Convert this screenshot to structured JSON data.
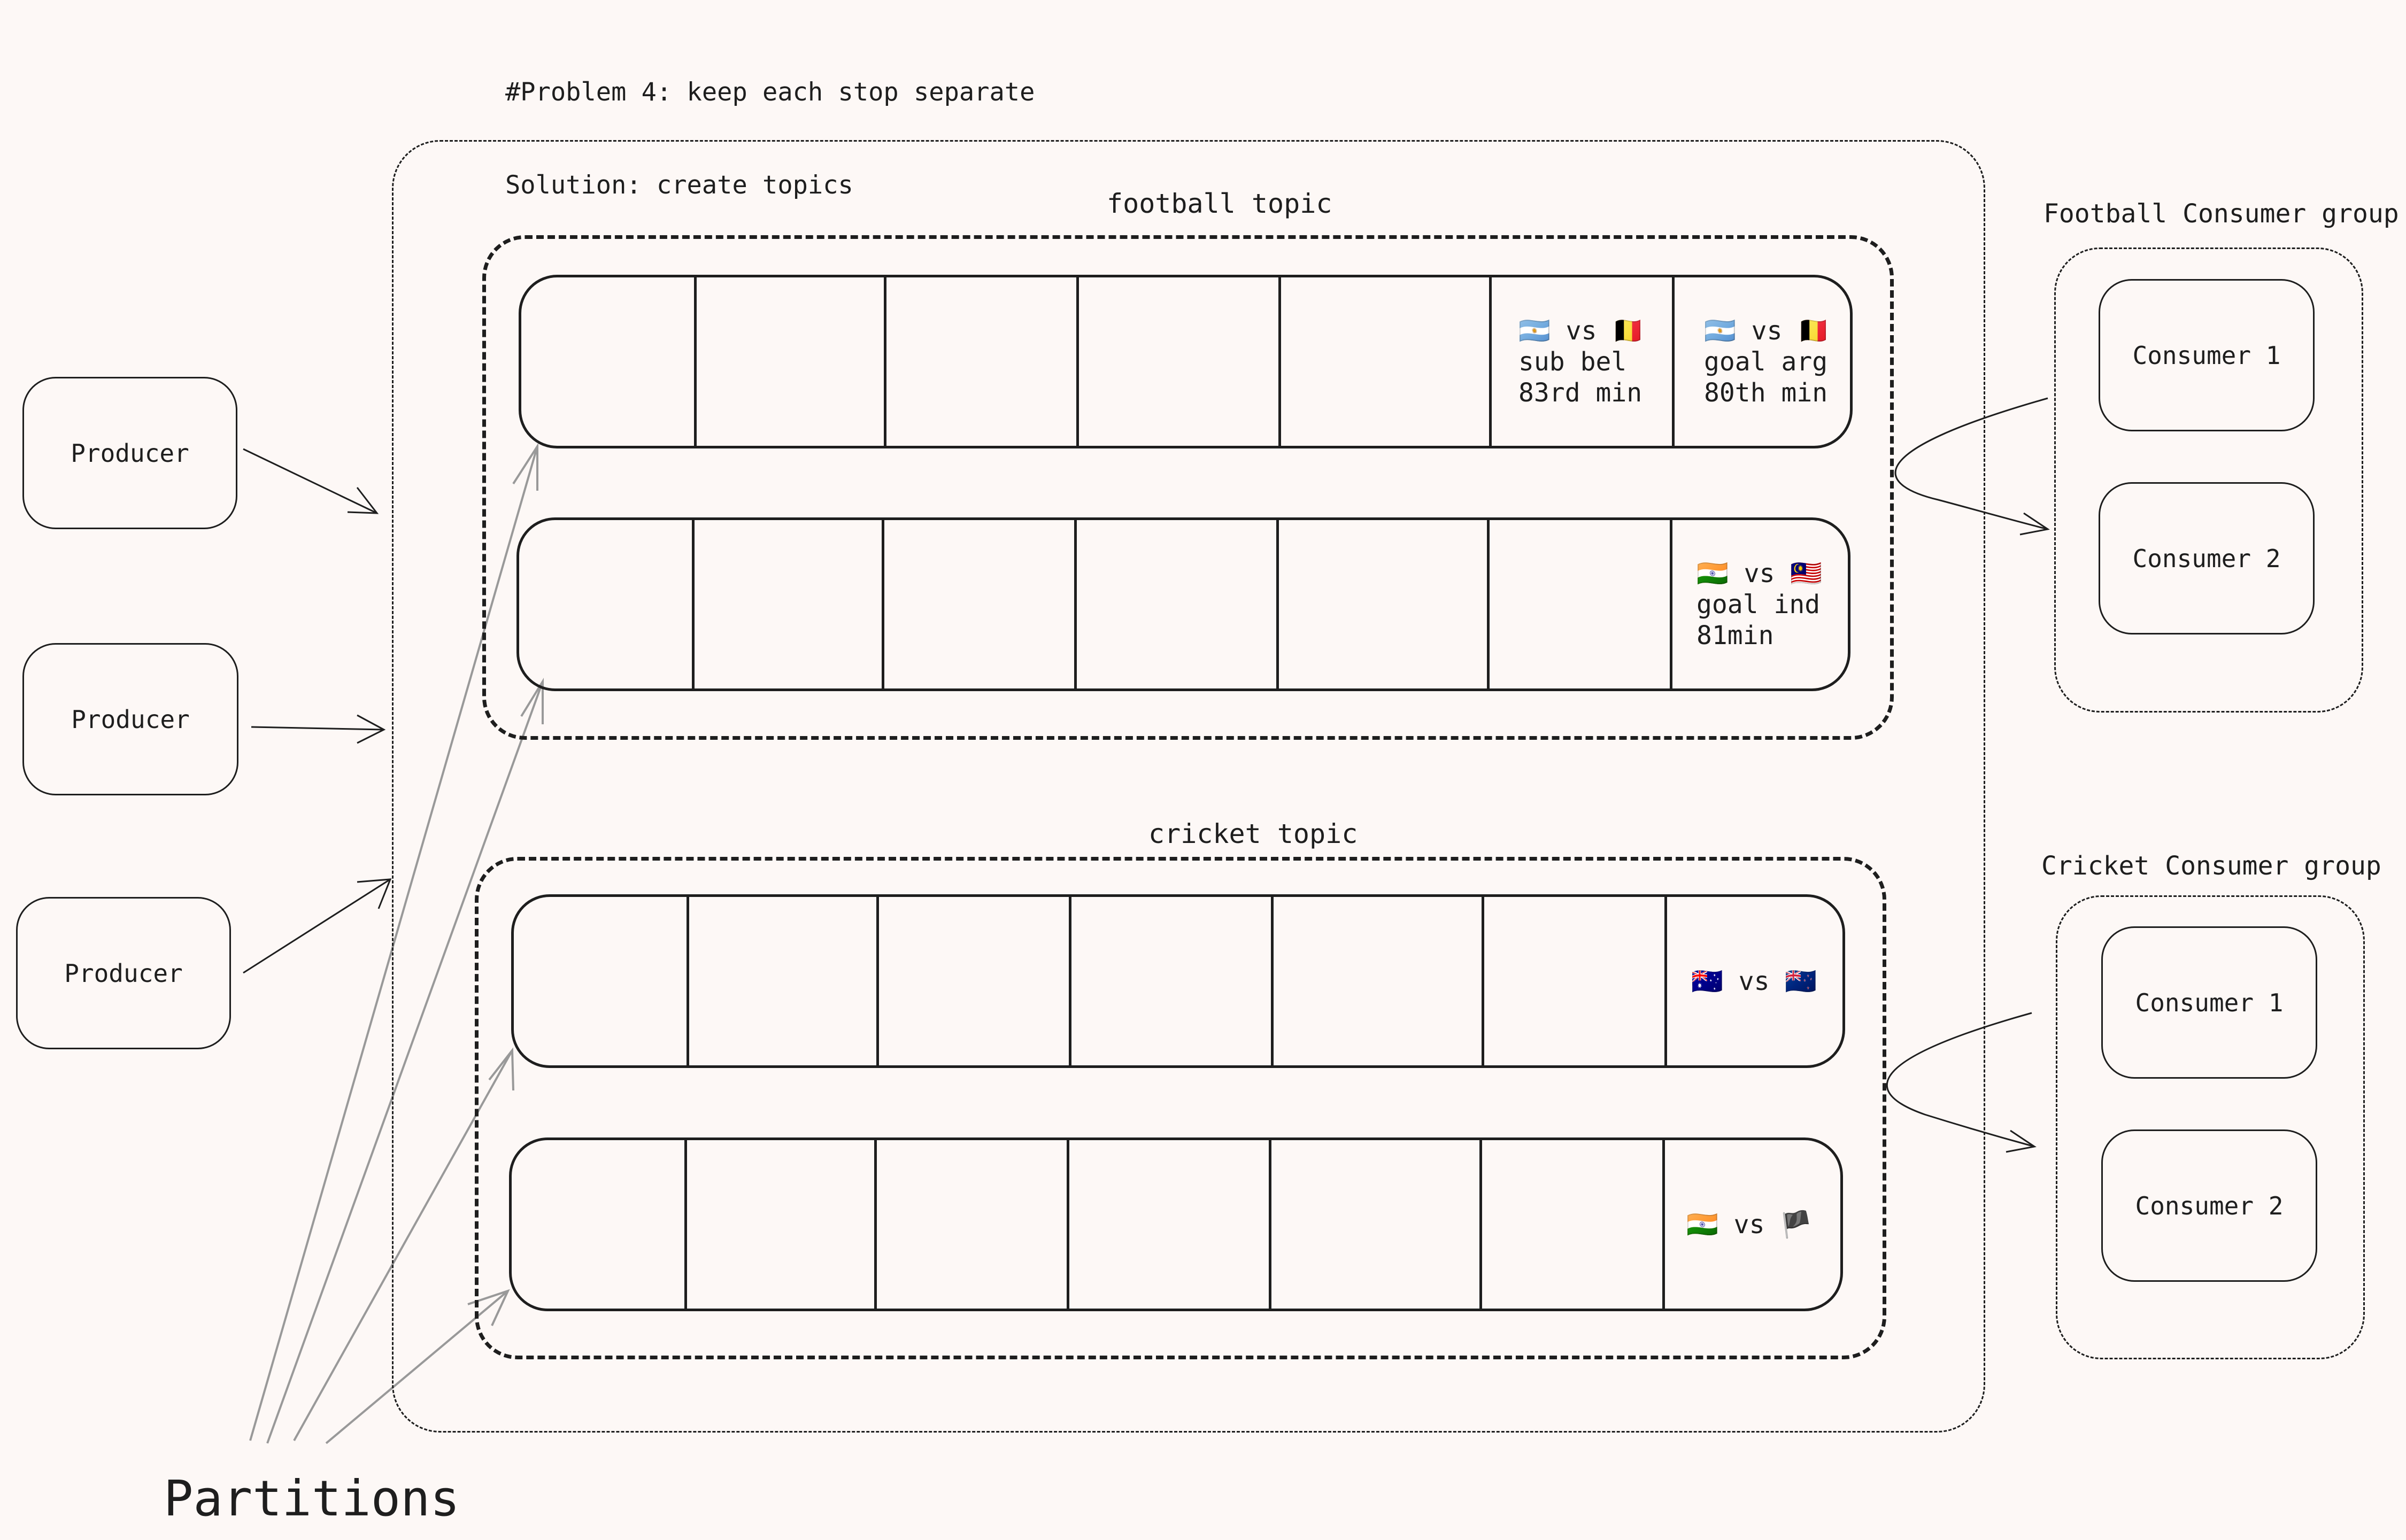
{
  "note": {
    "line1": "#Problem 4: keep each stop separate",
    "line2": "Solution: create topics"
  },
  "producers": [
    "Producer",
    "Producer",
    "Producer"
  ],
  "football_topic": {
    "title": "football topic",
    "partitions": [
      {
        "cells": [
          "",
          "",
          "",
          "",
          "",
          "🇦🇷 vs 🇧🇪\nsub bel\n83rd min",
          "🇦🇷 vs 🇧🇪\ngoal arg\n80th min"
        ]
      },
      {
        "cells": [
          "",
          "",
          "",
          "",
          "",
          "",
          "🇮🇳 vs 🇲🇾\ngoal ind\n81min"
        ]
      }
    ]
  },
  "cricket_topic": {
    "title": "cricket topic",
    "partitions": [
      {
        "cells": [
          "",
          "",
          "",
          "",
          "",
          "",
          "🇦🇺 vs 🇳🇿"
        ]
      },
      {
        "cells": [
          "",
          "",
          "",
          "",
          "",
          "",
          "🇮🇳 vs 🏴"
        ]
      }
    ]
  },
  "football_group": {
    "title": "Football Consumer group",
    "consumers": [
      "Consumer 1",
      "Consumer 2"
    ]
  },
  "cricket_group": {
    "title": "Cricket Consumer group",
    "consumers": [
      "Consumer 1",
      "Consumer 2"
    ]
  },
  "partitions_label": "Partitions",
  "colors": {
    "background": "#fdf8f6",
    "stroke": "#1e1e1e",
    "partition_arrow": "#999999"
  }
}
